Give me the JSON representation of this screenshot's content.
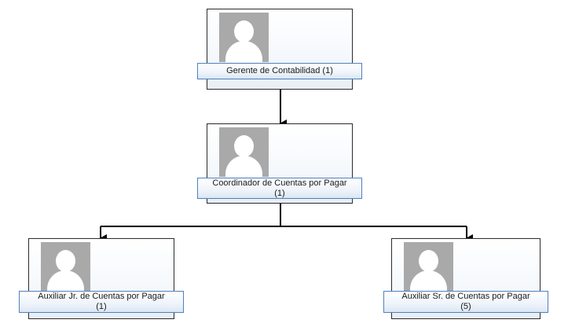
{
  "org_chart": {
    "nodes": [
      {
        "id": "gerente",
        "title": "Gerente de Contabilidad (1)",
        "photo_icon": "person-placeholder-icon"
      },
      {
        "id": "coordinador",
        "title": "Coordinador de Cuentas por Pagar\n(1)",
        "photo_icon": "person-placeholder-icon"
      },
      {
        "id": "auxiliar_jr",
        "title": "Auxiliar Jr. de Cuentas por Pagar\n(1)",
        "photo_icon": "person-placeholder-icon"
      },
      {
        "id": "auxiliar_sr",
        "title": "Auxiliar Sr. de Cuentas por Pagar\n(5)",
        "photo_icon": "person-placeholder-icon"
      }
    ],
    "edges": [
      {
        "from": "gerente",
        "to": "coordinador"
      },
      {
        "from": "coordinador",
        "to": "auxiliar_jr"
      },
      {
        "from": "coordinador",
        "to": "auxiliar_sr"
      }
    ]
  }
}
